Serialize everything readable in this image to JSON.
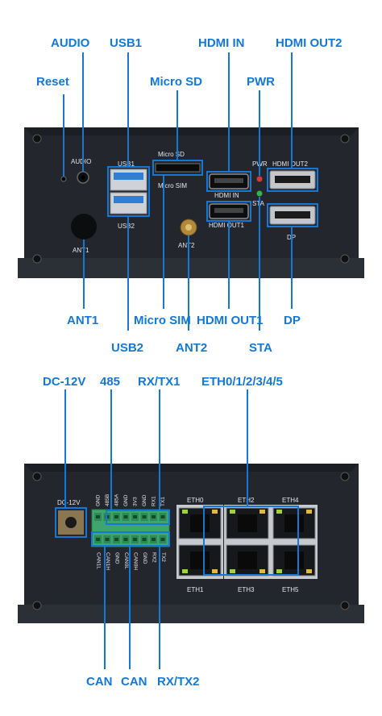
{
  "front_panel": {
    "callouts": {
      "audio": "AUDIO",
      "usb1": "USB1",
      "hdmi_in": "HDMI IN",
      "hdmi_out2": "HDMI OUT2",
      "reset": "Reset",
      "micro_sd": "Micro SD",
      "pwr": "PWR",
      "ant1": "ANT1",
      "micro_sim": "Micro SIM",
      "hdmi_out1": "HDMI OUT1",
      "dp": "DP",
      "usb2": "USB2",
      "ant2": "ANT2",
      "sta": "STA"
    },
    "silkscreen": {
      "audio": "AUDIO",
      "usb1": "USB1",
      "usb2": "USB2",
      "micro_sd": "Micro SD",
      "micro_sim": "Micro SIM",
      "hdmi_in": "HDMI IN",
      "hdmi_out1": "HDMI OUT1",
      "pwr": "PWR",
      "hdmi_out2": "HDMI OUT2",
      "sta": "STA",
      "dp": "DP",
      "ant1": "ANT1",
      "ant2": "ANT2"
    }
  },
  "rear_panel": {
    "callouts": {
      "dc": "DC-12V",
      "rs485": "485",
      "rx_tx1": "RX/TX1",
      "eth": "ETH0/1/2/3/4/5",
      "can_a": "CAN",
      "can_b": "CAN",
      "rx_tx2": "RX/TX2"
    },
    "silkscreen": {
      "dc": "DC-12V",
      "eth0": "ETH0",
      "eth1": "ETH1",
      "eth2": "ETH2",
      "eth3": "ETH3",
      "eth4": "ETH4",
      "eth5": "ETH5",
      "top_pins": [
        "GND",
        "485B",
        "485A",
        "GND",
        "3V3",
        "GND",
        "RX1",
        "TX1"
      ],
      "bottom_pins": [
        "CAN1L",
        "CAN1H",
        "GND",
        "CAN0L",
        "CAN0H",
        "GND",
        "RX2",
        "TX2"
      ]
    }
  },
  "colors": {
    "accent": "#1479d6",
    "chassis": "#23272d",
    "terminal": "#3fa66b",
    "usb_blue": "#2f7fd6",
    "led_green": "#9ed43a",
    "led_yellow": "#e0b83a"
  }
}
